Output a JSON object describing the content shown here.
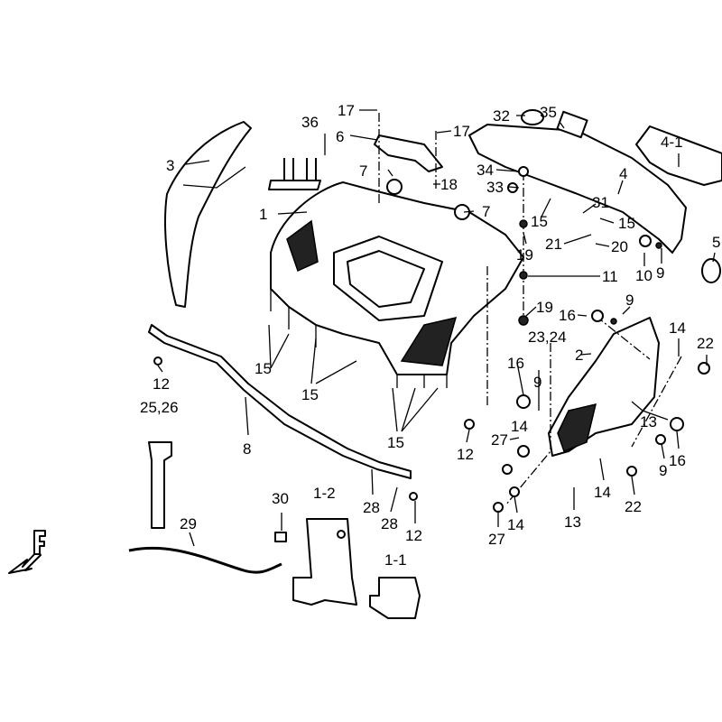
{
  "diagram": {
    "type": "exploded parts diagram",
    "callouts": [
      "17",
      "36",
      "6",
      "3",
      "7",
      "1",
      "18",
      "17",
      "32",
      "35",
      "4-1",
      "4",
      "34",
      "33",
      "7",
      "31",
      "15",
      "15",
      "21",
      "20",
      "5",
      "19",
      "10",
      "9",
      "11",
      "9",
      "16",
      "19",
      "23,24",
      "2",
      "14",
      "22",
      "15",
      "15",
      "12",
      "25,26",
      "16",
      "9",
      "13",
      "15",
      "8",
      "12",
      "27",
      "14",
      "16",
      "9",
      "14",
      "22",
      "28",
      "28",
      "12",
      "13",
      "27",
      "14",
      "30",
      "1-2",
      "29",
      "1-1"
    ],
    "front_marker": "F"
  }
}
